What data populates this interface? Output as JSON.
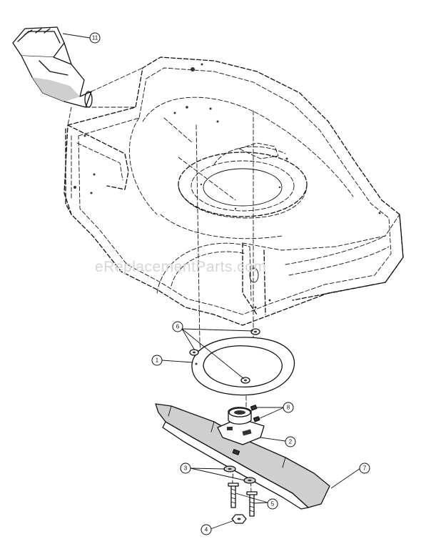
{
  "watermark": "eReplacementParts.com",
  "callouts": [
    {
      "id": "11",
      "label": "11"
    },
    {
      "id": "6",
      "label": "6"
    },
    {
      "id": "1",
      "label": "1"
    },
    {
      "id": "8",
      "label": "8"
    },
    {
      "id": "2",
      "label": "2"
    },
    {
      "id": "3",
      "label": "3"
    },
    {
      "id": "7",
      "label": "7"
    },
    {
      "id": "5",
      "label": "5"
    },
    {
      "id": "4",
      "label": "4"
    }
  ]
}
